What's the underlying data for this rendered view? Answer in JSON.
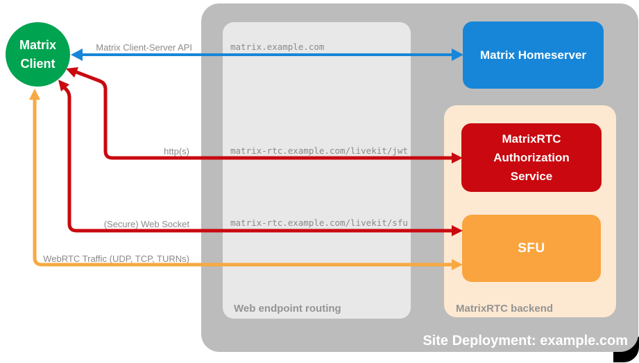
{
  "colors": {
    "green": "#00a350",
    "blue": "#1786d8",
    "red": "#c9080f",
    "orange_box": "#f9a43e",
    "orange_arrow": "#f7a941",
    "peach": "#fde8d1",
    "outer_gray": "#bcbcbc",
    "inner_gray": "#e8e8e8",
    "label_gray": "#8a8a8a",
    "container_label_gray": "#949494",
    "node_text": "#ffffff"
  },
  "nodes": {
    "client": {
      "label": "Matrix Client"
    },
    "homeserver": {
      "label": "Matrix Homeserver"
    },
    "auth": {
      "label": "MatrixRTC Authorization Service"
    },
    "sfu": {
      "label": "SFU"
    }
  },
  "containers": {
    "routing": {
      "label": "Web endpoint routing",
      "endpoints": [
        "matrix.example.com",
        "matrix-rtc.example.com/livekit/jwt",
        "matrix-rtc.example.com/livekit/sfu"
      ]
    },
    "backend": {
      "label": "MatrixRTC backend"
    },
    "site": {
      "label": "Site Deployment: example.com"
    }
  },
  "arrows": {
    "client_server_api": {
      "label": "Matrix Client-Server API"
    },
    "https": {
      "label": "http(s)"
    },
    "websocket": {
      "label": "(Secure) Web Socket"
    },
    "webrtc": {
      "label": "WebRTC Traffic (UDP, TCP, TURNs)"
    }
  }
}
